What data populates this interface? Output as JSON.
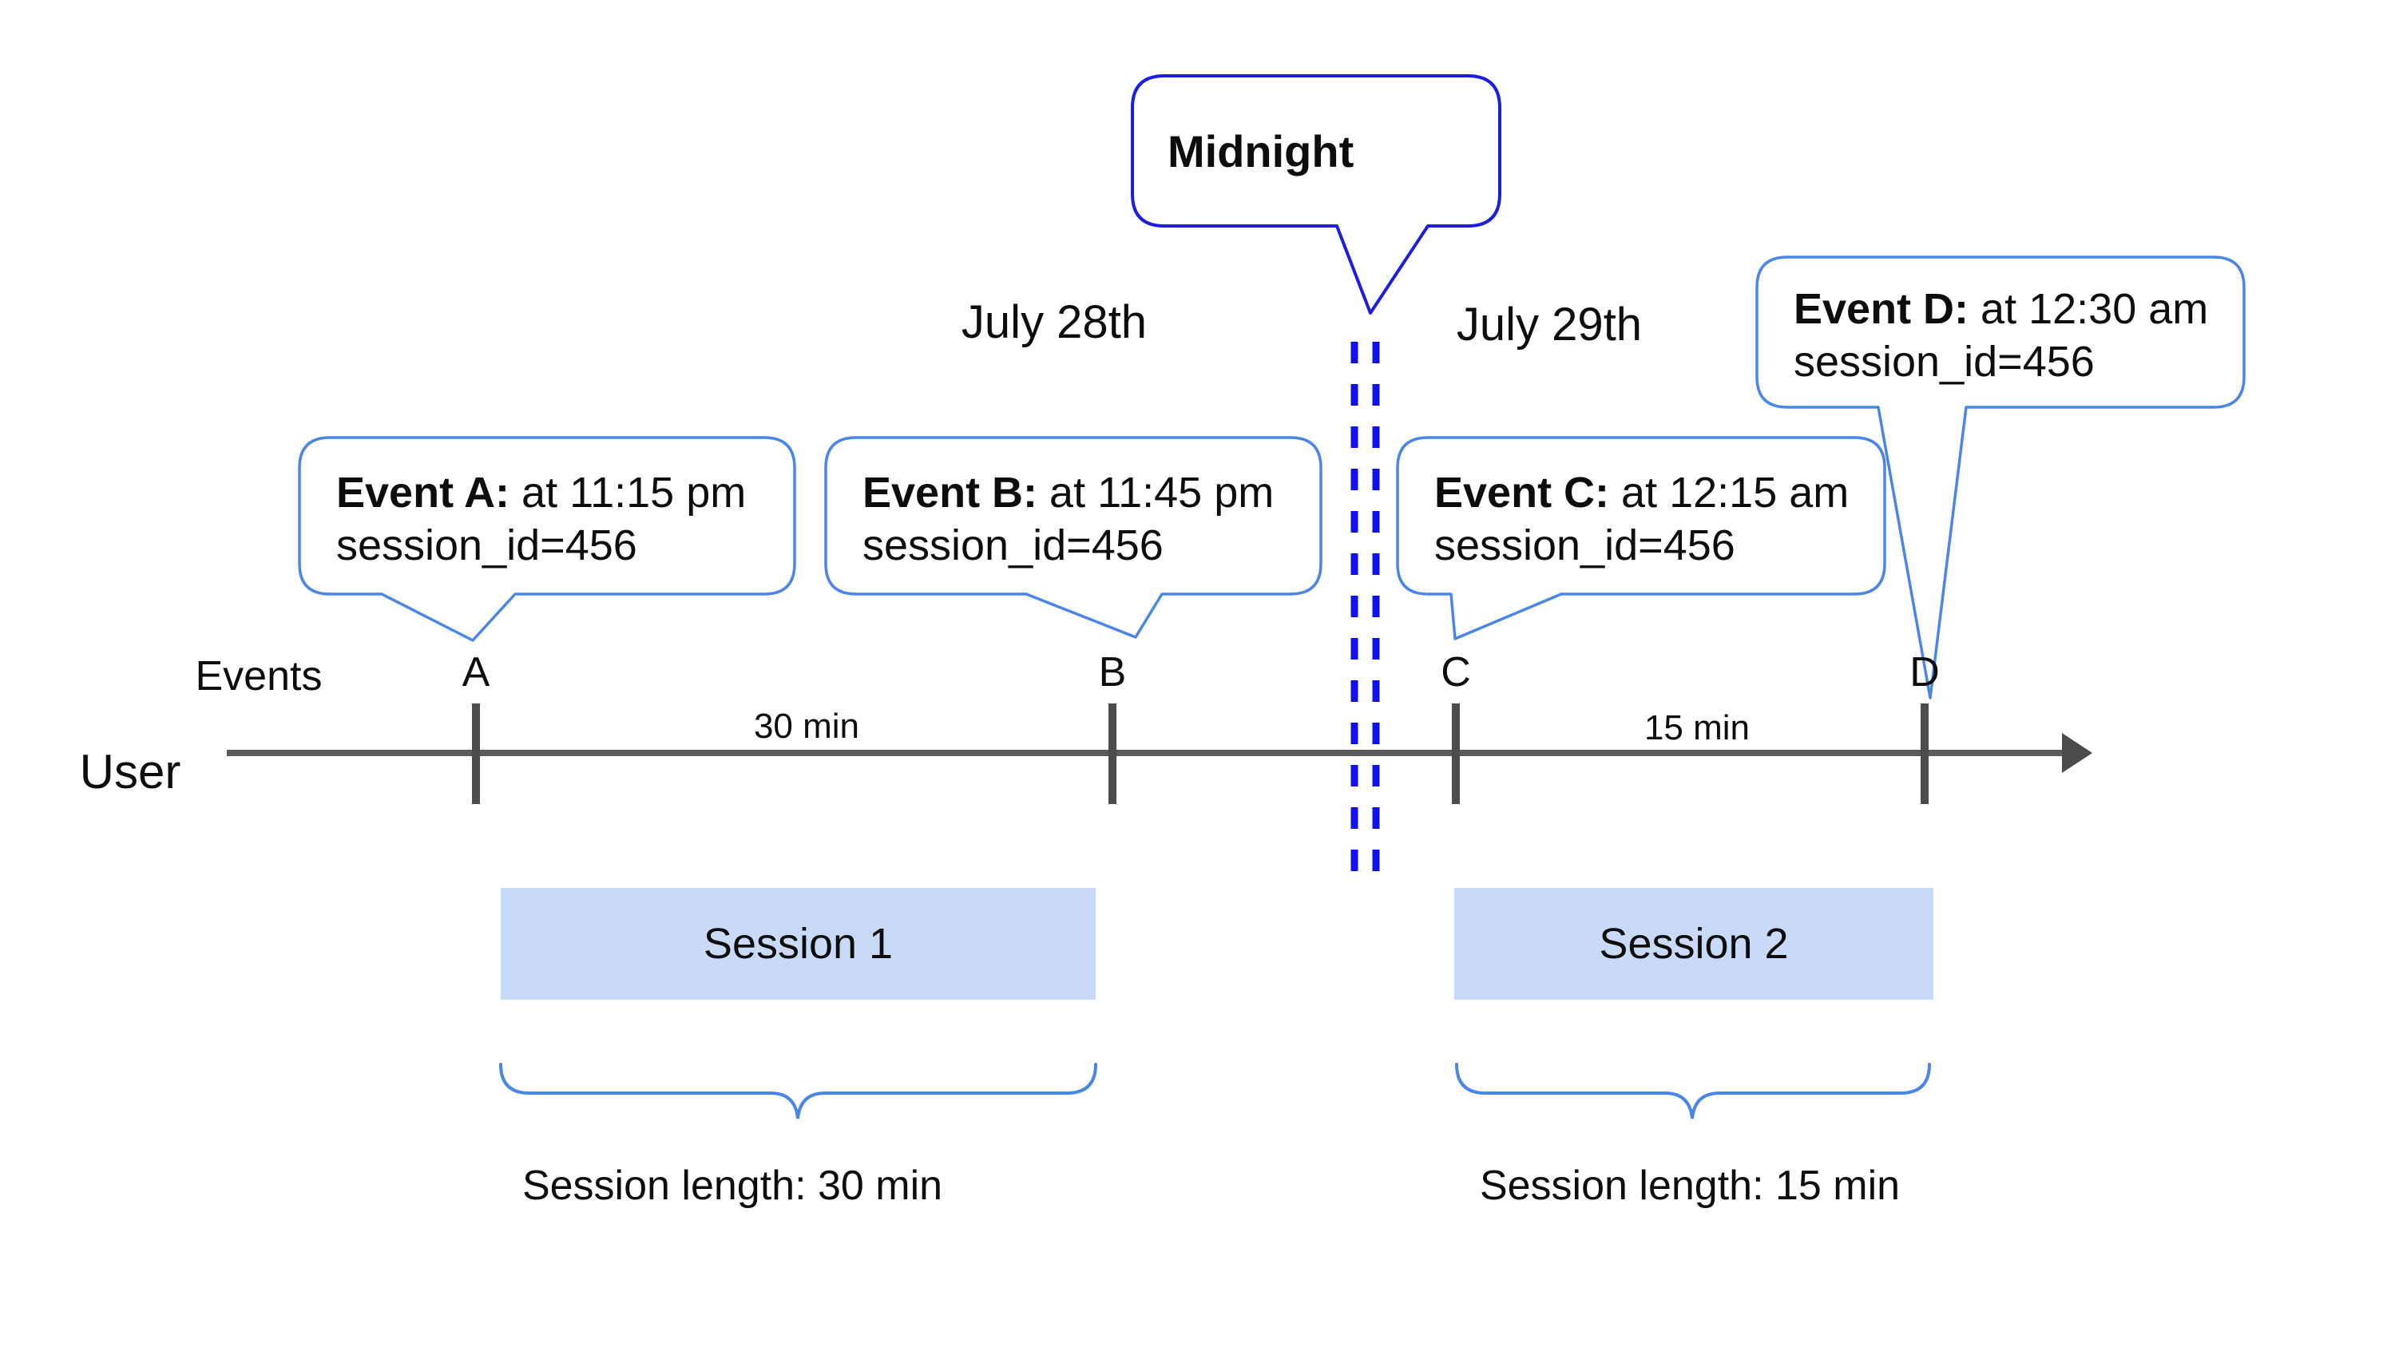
{
  "colors": {
    "accent_blue": "#4a86e8",
    "midnight_blue": "#1d1de0",
    "dash_blue": "#1010f0",
    "session_fill": "#c9daf8",
    "axis_gray": "#5b5b5b",
    "tick_gray": "#4c4c4c"
  },
  "midnight_callout": {
    "label": "Midnight"
  },
  "dates": {
    "before": "July 28th",
    "after": "July 29th"
  },
  "events": [
    {
      "name": "A",
      "label": "Event A:",
      "time": " at 11:15 pm",
      "session": "session_id=456"
    },
    {
      "name": "B",
      "label": "Event B:",
      "time": " at 11:45 pm",
      "session": "session_id=456"
    },
    {
      "name": "C",
      "label": "Event C:",
      "time": " at 12:15 am",
      "session": "session_id=456"
    },
    {
      "name": "D",
      "label": "Event D:",
      "time": " at 12:30 am",
      "session": "session_id=456"
    }
  ],
  "axis": {
    "row_label": "Events",
    "user_label": "User",
    "intervals": [
      {
        "label": "30 min"
      },
      {
        "label": "15 min"
      }
    ]
  },
  "sessions": [
    {
      "label": "Session 1",
      "length_label": "Session length: 30 min"
    },
    {
      "label": "Session 2",
      "length_label": "Session length: 15 min"
    }
  ]
}
